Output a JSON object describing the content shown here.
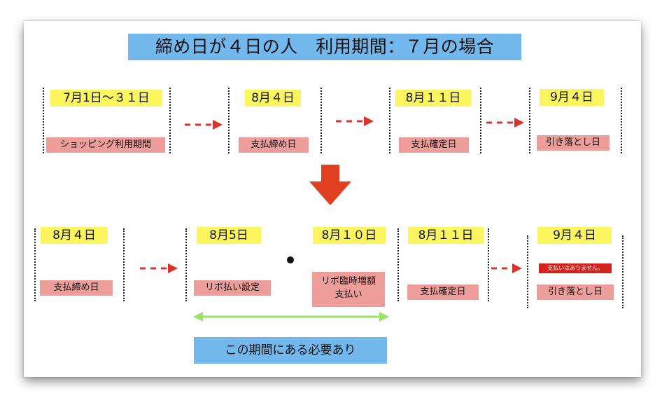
{
  "title": "締め日が４日の人　利用期間：７月の場合",
  "row1": [
    {
      "date": "7月1日〜３１日",
      "label": "ショッピング利用期間"
    },
    {
      "date": "8月４日",
      "label": "支払締め日"
    },
    {
      "date": "8月１１日",
      "label": "支払確定日"
    },
    {
      "date": "9月４日",
      "label": "引き落とし日"
    }
  ],
  "row2": [
    {
      "date": "8月４日",
      "label": "支払締め日"
    },
    {
      "date": "8月5日",
      "label": "リボ払い設定"
    },
    {
      "date": "8月１０日",
      "label_line1": "リボ臨時増額",
      "label_line2": "支払い"
    },
    {
      "date": "8月１１日",
      "label": "支払確定日"
    },
    {
      "date": "9月４日",
      "notice": "支払いはありません。",
      "label": "引き落とし日"
    }
  ],
  "period_note": "この期間にある必要あり",
  "colors": {
    "title_bg": "#72b8ec",
    "date_bg": "#fbf55e",
    "label_bg": "#ee9e9a",
    "dashed_arrow": "#d9342b",
    "big_arrow": "#e0401f",
    "period_arrow": "#9ae36a",
    "notice_bg": "#d2231c"
  }
}
